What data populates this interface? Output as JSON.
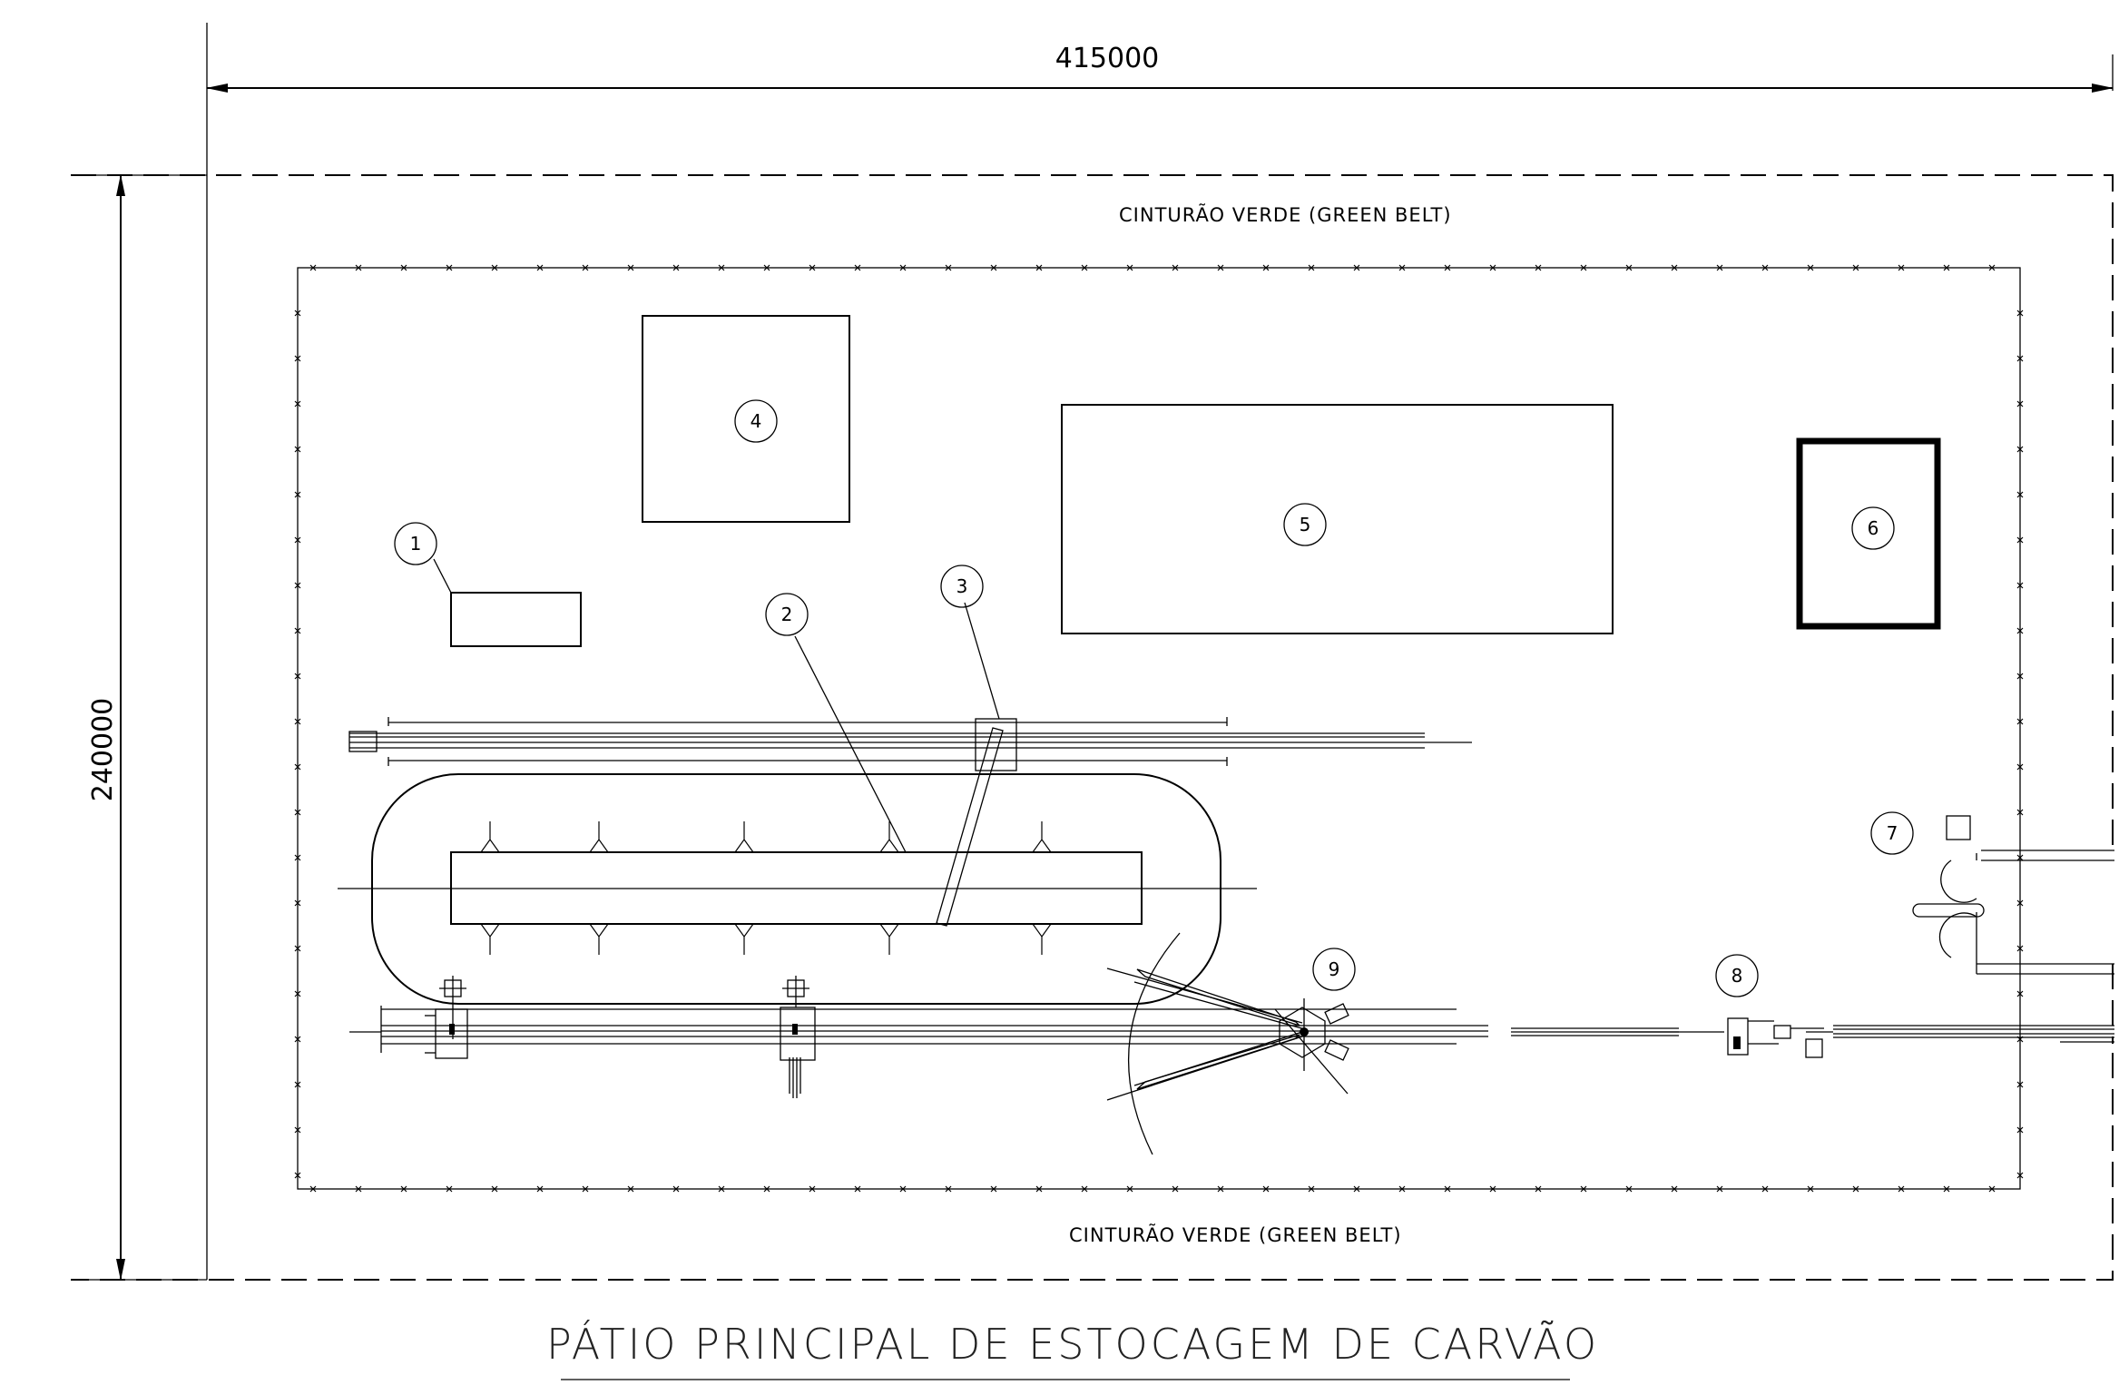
{
  "title": "PÁTIO PRINCIPAL DE ESTOCAGEM DE CARVÃO",
  "dimensions": {
    "width": "415000",
    "height": "240000"
  },
  "green_belt": {
    "top": "CINTURÃO VERDE (GREEN BELT)",
    "bottom": "CINTURÃO VERDE (GREEN BELT)"
  },
  "markers": {
    "m1": "1",
    "m2": "2",
    "m3": "3",
    "m4": "4",
    "m5": "5",
    "m6": "6",
    "m7": "7",
    "m8": "8",
    "m9": "9"
  }
}
